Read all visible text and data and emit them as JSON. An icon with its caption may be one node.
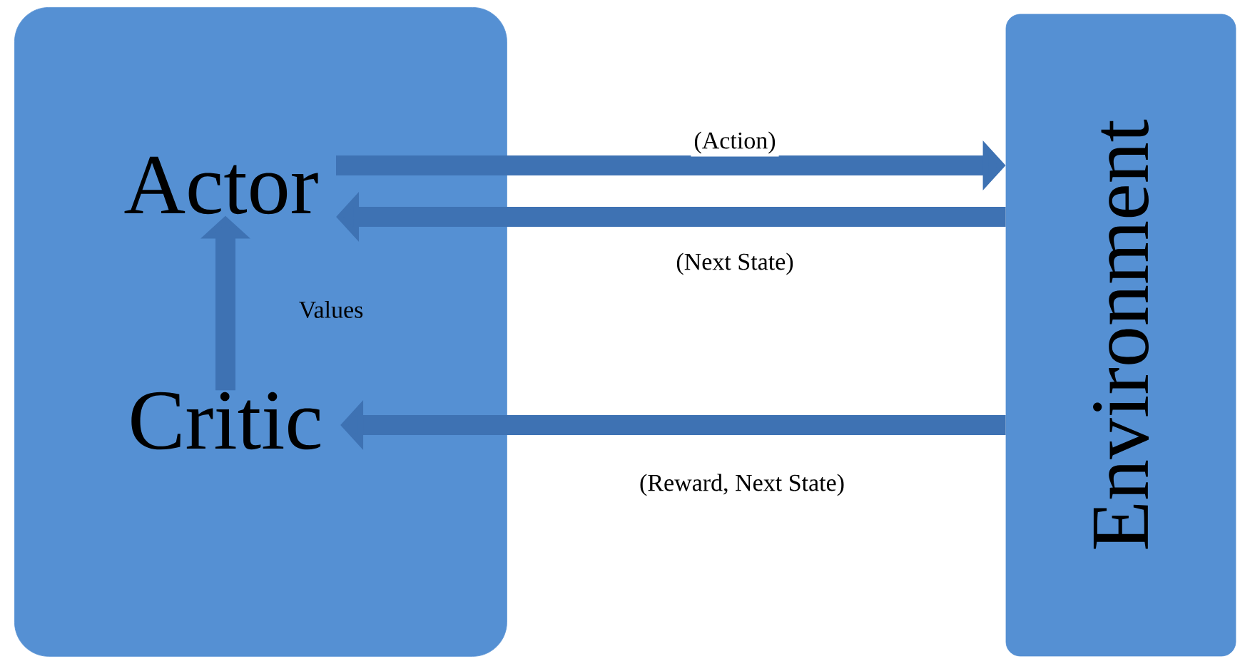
{
  "diagram": {
    "nodes": [
      {
        "text": [],
        "shape": "box"
      },
      {
        "text": [
          "Actor"
        ],
        "in": 0
      },
      {
        "text": [
          "Critic"
        ],
        "in": 0
      },
      {
        "text": [
          "Environment"
        ]
      }
    ],
    "edges": [
      {
        "from": 1,
        "to": 3,
        "arrow": "to",
        "label": "(Action)"
      },
      {
        "from": 3,
        "to": 1,
        "arrow": "to",
        "label": "(Next State)"
      },
      {
        "from": 2,
        "to": 1,
        "arrow": "to",
        "label": "Values"
      },
      {
        "from": 3,
        "to": 2,
        "arrow": "to",
        "label": "(Reward, Next State)"
      }
    ]
  }
}
